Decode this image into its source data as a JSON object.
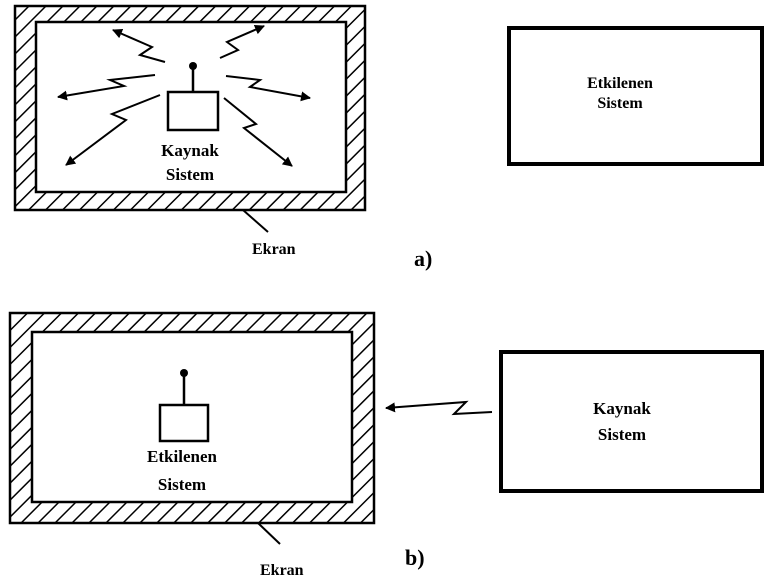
{
  "panel_a": {
    "shielded_label_line1": "Kaynak",
    "shielded_label_line2": "Sistem",
    "external_label_line1": "Etkilenen",
    "external_label_line2": "Sistem",
    "screen_label": "Ekran",
    "part_label": "a)"
  },
  "panel_b": {
    "shielded_label_line1": "Etkilenen",
    "shielded_label_line2": "Sistem",
    "external_label_line1": "Kaynak",
    "external_label_line2": "Sistem",
    "screen_label": "Ekran",
    "part_label": "b)"
  },
  "colors": {
    "ink": "#000000",
    "background": "#ffffff"
  }
}
